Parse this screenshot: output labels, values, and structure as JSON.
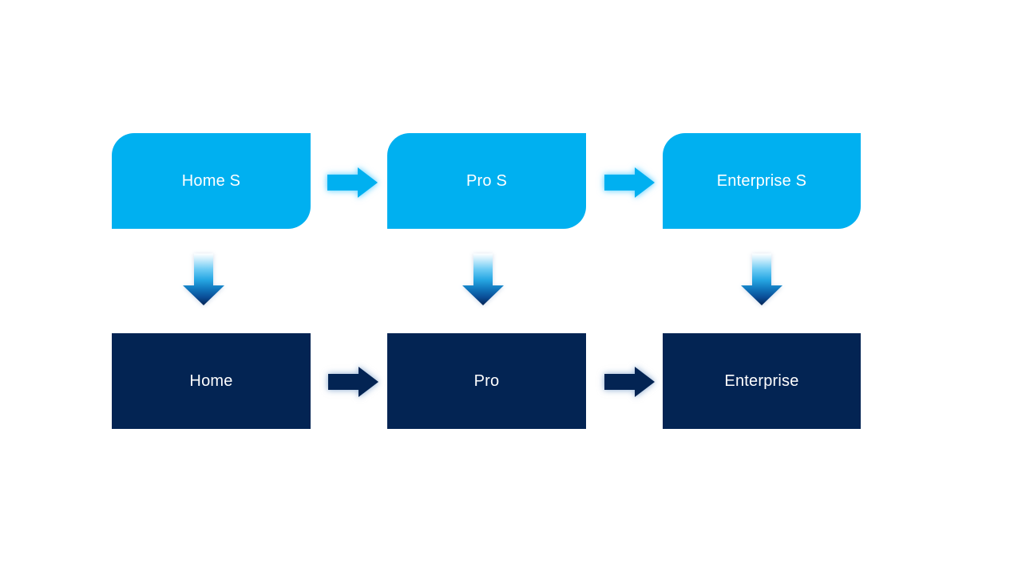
{
  "colors": {
    "light_blue": "#00B0F0",
    "navy": "#032453"
  },
  "diagram": {
    "columns": [
      {
        "top_label": "Home S",
        "bottom_label": "Home"
      },
      {
        "top_label": "Pro S",
        "bottom_label": "Pro"
      },
      {
        "top_label": "Enterprise S",
        "bottom_label": "Enterprise"
      }
    ]
  }
}
